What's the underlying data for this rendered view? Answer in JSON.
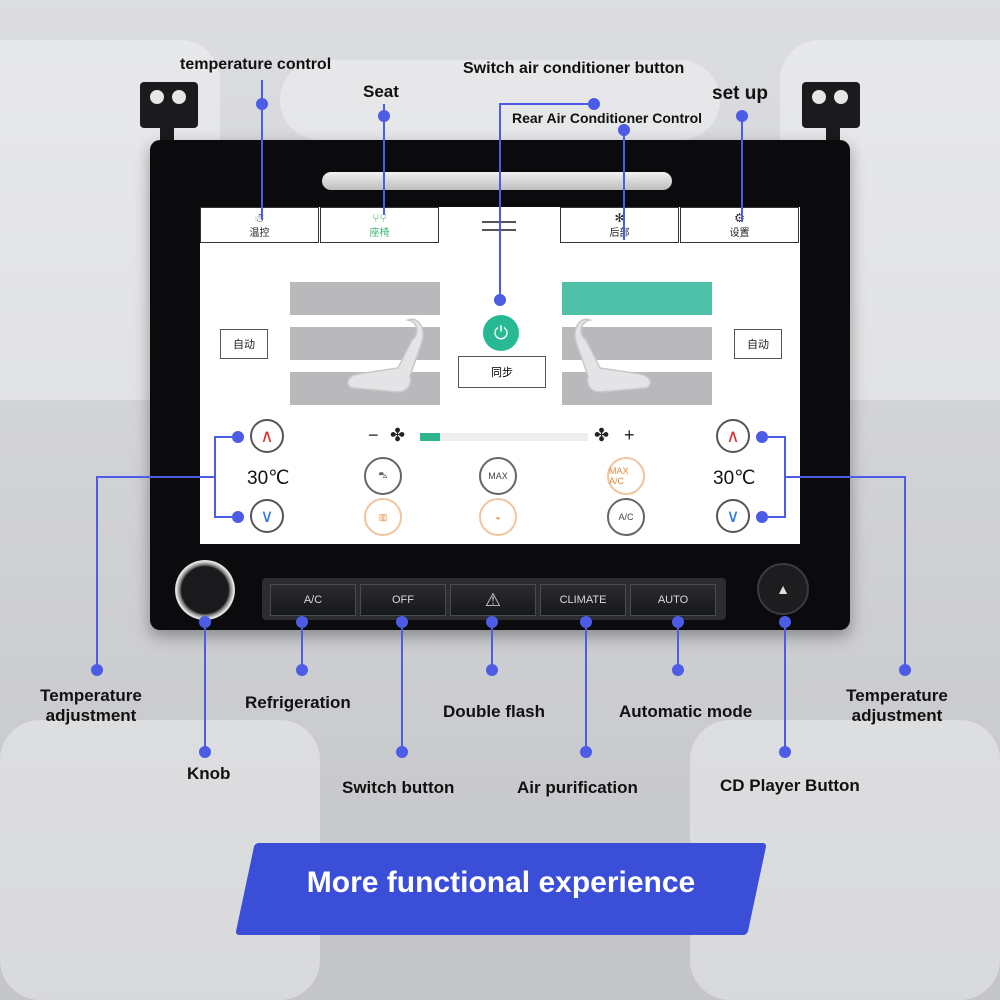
{
  "callouts": {
    "temperature_control": "temperature control",
    "seat": "Seat",
    "switch_ac": "Switch air conditioner button",
    "rear_ac": "Rear Air Conditioner Control",
    "set_up": "set up",
    "temp_adj_left": "Temperature adjustment",
    "refrigeration": "Refrigeration",
    "double_flash": "Double flash",
    "automatic_mode": "Automatic mode",
    "temp_adj_right": "Temperature adjustment",
    "knob": "Knob",
    "switch_button": "Switch button",
    "air_purification": "Air purification",
    "cd_player": "CD Player Button"
  },
  "tabs": [
    {
      "label": "温控",
      "icon": "climate-icon"
    },
    {
      "label": "座椅",
      "icon": "seat-icon",
      "active": true
    },
    {
      "label": "后部",
      "icon": "rear-fan-icon"
    },
    {
      "label": "设置",
      "icon": "gear-icon"
    }
  ],
  "screen": {
    "auto_left": "自动",
    "auto_right": "自动",
    "sync": "同步",
    "temp_left": "30℃",
    "temp_right": "30℃",
    "fan_minus": "−",
    "fan_plus": "+",
    "fan_level_fraction": 0.12,
    "mode_max": "MAX",
    "mode_max_ac": "MAX A/C",
    "mode_ac": "A/C"
  },
  "hardware_buttons": {
    "ac": "A/C",
    "off": "OFF",
    "hazard": "⚠",
    "climate": "CLIMATE",
    "auto": "AUTO",
    "eject": "▲"
  },
  "banner": "More functional experience",
  "colors": {
    "accent": "#3b4ed8",
    "callout_line": "#4c5ce6",
    "seat_on": "#4fc1a8",
    "power": "#27b894"
  }
}
